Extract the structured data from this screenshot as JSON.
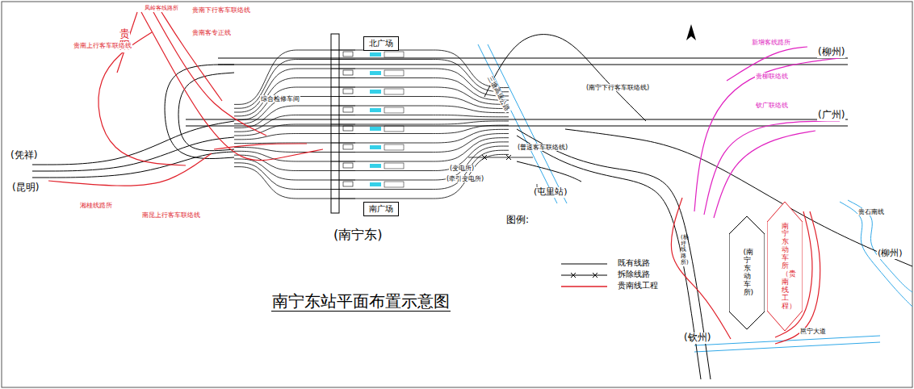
{
  "diagram": {
    "title": "南宁东站平面布置示意图",
    "nodes": [
      {
        "text": [
          "北广场"
        ]
      },
      {
        "text": [
          "南广场"
        ]
      },
      {
        "text": [
          "(南宁东动车所)"
        ]
      },
      {
        "text": [
          "南宁东动车所（贵南线工程）"
        ]
      }
    ],
    "labels": [
      "贵阳",
      "凤岭客线路所",
      "贵南下行客车联络线",
      "贵南客专正线",
      "贵南上行客车联络线",
      "(凭祥)",
      "(昆明)",
      "湘桂线路所",
      "南昆上行客车联络线",
      "综合检修车间",
      "(南宁东)",
      "三塘高速公路",
      "(南宁下行客车联络线)",
      "(普速客车联络线)",
      "(变电所)",
      "(牵引变电所)",
      "(屯里站)",
      "图例:",
      "(柳州)",
      "新增客线路所",
      "贵柳联络线",
      "(广州)",
      "钦广联络线",
      "(杨圩线路所)",
      "(钦州)",
      "贵石南线",
      "(柳州)",
      "邕宁大道"
    ],
    "legend": [
      {
        "text": "既有线路"
      },
      {
        "text": "拆除线路"
      },
      {
        "text": "贵南线工程"
      }
    ]
  }
}
